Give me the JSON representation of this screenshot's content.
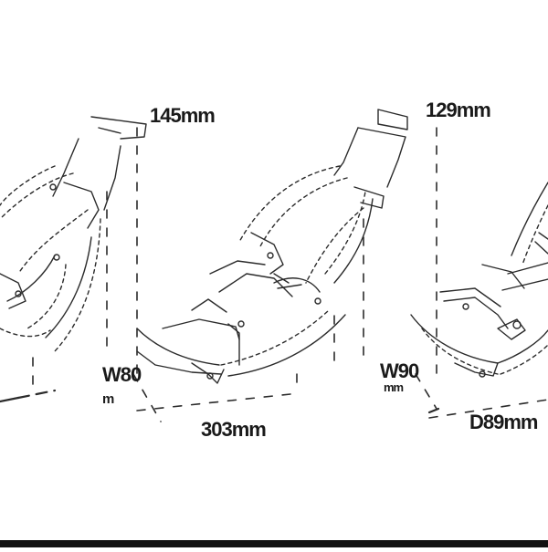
{
  "diagram": {
    "stroke_color": "#2b2b2b",
    "background_color": "#ffffff",
    "footer_color": "#111111"
  },
  "dimensions": {
    "top_left": "145mm",
    "top_right": "129mm",
    "side_left_value": "W80",
    "side_left_unit": "m",
    "side_right_value": "W90",
    "side_right_unit": "mm",
    "bottom_center": "303mm",
    "bottom_right": "D89mm"
  }
}
